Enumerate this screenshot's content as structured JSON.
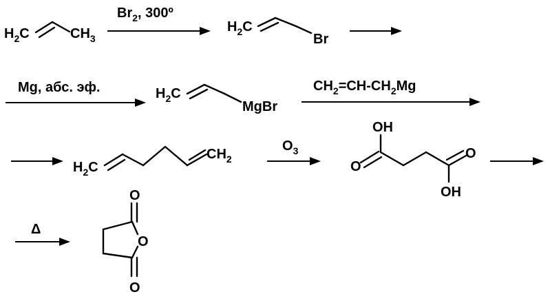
{
  "steps": {
    "step1": {
      "reactant": {
        "left": "H",
        "left_sub": "2",
        "left_tail": "C",
        "right": "CH",
        "right_sub": "3"
      },
      "reagent": {
        "main": "Br",
        "sub": "2",
        "tail": ", 300º"
      },
      "product": {
        "left": "H",
        "left_sub": "2",
        "left_tail": "C",
        "atom": "Br"
      }
    },
    "step2": {
      "reagent": "Mg, абс. эф.",
      "product": {
        "left": "H",
        "left_sub": "2",
        "left_tail": "C",
        "atom": "MgBr"
      },
      "reagent2": {
        "a": "CH",
        "a_sub": "2",
        "b": "=CH-CH",
        "b_sub": "2",
        "c": "Mg"
      }
    },
    "step3": {
      "product": {
        "left": "H",
        "left_sub": "2",
        "left_tail": "C",
        "right": "CH",
        "right_sub": "2"
      },
      "reagent": {
        "main": "O",
        "sub": "3"
      },
      "acid": {
        "oh_top": "OH",
        "o_left": "O",
        "o_right": "O",
        "oh_bottom": "OH"
      }
    },
    "step4": {
      "reagent": "Δ",
      "anhydride": {
        "o_top": "O",
        "o_ring": "O",
        "o_bottom": "O"
      }
    }
  }
}
